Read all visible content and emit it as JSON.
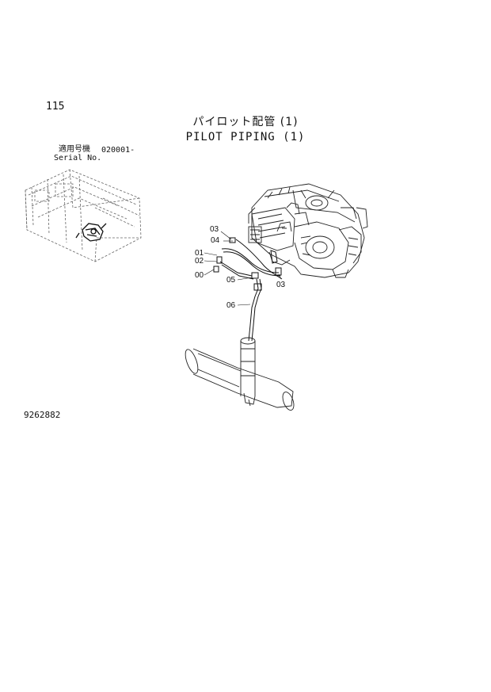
{
  "header": {
    "page_number": "115",
    "title_jp": "パイロット配管 (1)",
    "title_en": "PILOT PIPING (1)"
  },
  "serial": {
    "label_jp": "適用号機",
    "range": "020001-",
    "label_en": "Serial No."
  },
  "callouts": [
    {
      "id": "03a",
      "label": "03"
    },
    {
      "id": "04",
      "label": "04"
    },
    {
      "id": "01",
      "label": "01"
    },
    {
      "id": "02",
      "label": "02"
    },
    {
      "id": "00",
      "label": "00"
    },
    {
      "id": "05",
      "label": "05"
    },
    {
      "id": "03b",
      "label": "03"
    },
    {
      "id": "06",
      "label": "06"
    }
  ],
  "footer": {
    "drawing_number": "9262882"
  }
}
